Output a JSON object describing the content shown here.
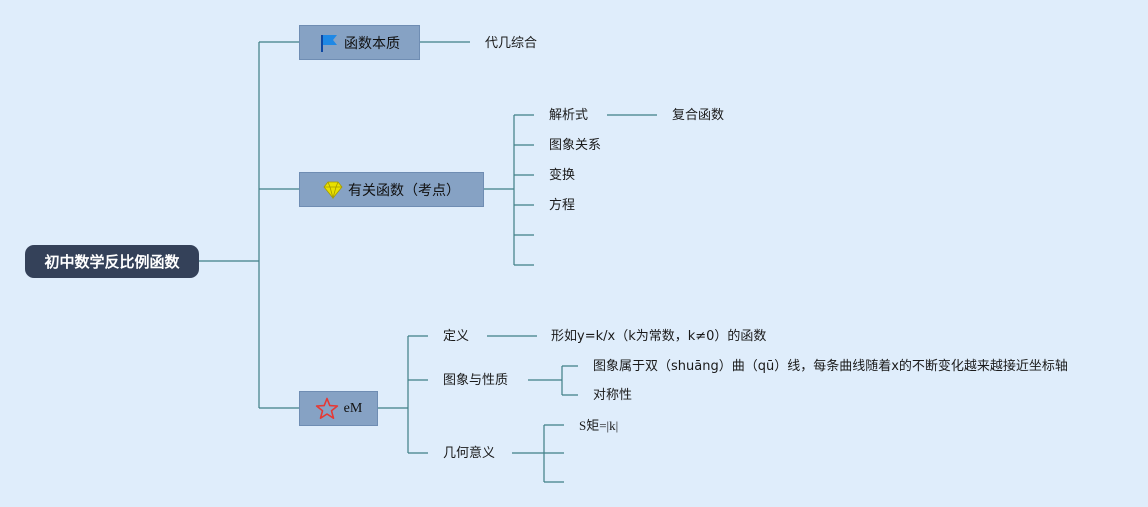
{
  "root": {
    "label": "初中数学反比例函数"
  },
  "branches": [
    {
      "label": "函数本质",
      "icon": "flag-icon",
      "icon_color": "#1e88e5",
      "children": [
        {
          "label": "代几综合"
        }
      ]
    },
    {
      "label": "有关函数（考点）",
      "icon": "diamond-icon",
      "icon_color": "#e8e000",
      "children": [
        {
          "label": "解析式",
          "children": [
            {
              "label": "复合函数"
            }
          ]
        },
        {
          "label": "图象关系"
        },
        {
          "label": "变换"
        },
        {
          "label": "方程"
        },
        {
          "label": ""
        },
        {
          "label": ""
        }
      ]
    },
    {
      "label": "eM",
      "icon": "star-icon",
      "icon_color": "#e53935",
      "children": [
        {
          "label": "定义",
          "children": [
            {
              "label": "形如y=k/x（k为常数，k≠0）的函数"
            }
          ]
        },
        {
          "label": "图象与性质",
          "children": [
            {
              "label": "图象属于双（shuāng）曲（qū）线，每条曲线随着x的不断变化越来越接近坐标轴"
            },
            {
              "label": "对称性"
            }
          ]
        },
        {
          "label": "几何意义",
          "children": [
            {
              "label": "S矩=|k|"
            },
            {
              "label": ""
            },
            {
              "label": ""
            }
          ]
        }
      ]
    }
  ],
  "colors": {
    "line": "#3f7f86",
    "root_bg": "#344159",
    "branch_bg": "#86a2c4",
    "background": "#dfedfb"
  }
}
